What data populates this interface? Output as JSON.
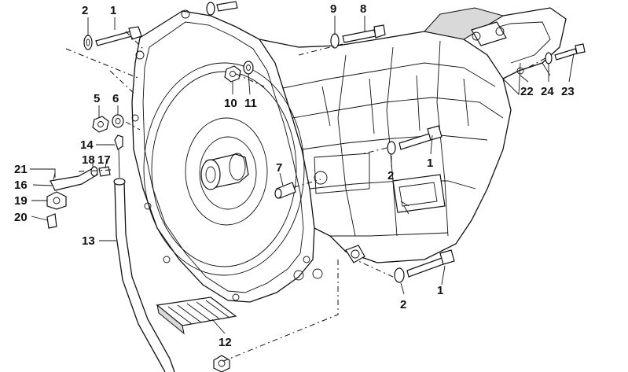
{
  "callouts": [
    {
      "id": "c1",
      "label": "1"
    },
    {
      "id": "c2",
      "label": "2"
    },
    {
      "id": "c3",
      "label": "9"
    },
    {
      "id": "c4",
      "label": "8"
    },
    {
      "id": "c5",
      "label": "5"
    },
    {
      "id": "c6",
      "label": "6"
    },
    {
      "id": "c7",
      "label": "10"
    },
    {
      "id": "c8",
      "label": "11"
    },
    {
      "id": "c9",
      "label": "14"
    },
    {
      "id": "c10",
      "label": "18"
    },
    {
      "id": "c11",
      "label": "17"
    },
    {
      "id": "c12",
      "label": "21"
    },
    {
      "id": "c13",
      "label": "16"
    },
    {
      "id": "c14",
      "label": "19"
    },
    {
      "id": "c15",
      "label": "20"
    },
    {
      "id": "c16",
      "label": "13"
    },
    {
      "id": "c17",
      "label": "7"
    },
    {
      "id": "c18",
      "label": "2"
    },
    {
      "id": "c19",
      "label": "1"
    },
    {
      "id": "c20",
      "label": "22"
    },
    {
      "id": "c21",
      "label": "24"
    },
    {
      "id": "c22",
      "label": "23"
    },
    {
      "id": "c23",
      "label": "2"
    },
    {
      "id": "c24",
      "label": "1"
    },
    {
      "id": "c25",
      "label": "12"
    }
  ]
}
